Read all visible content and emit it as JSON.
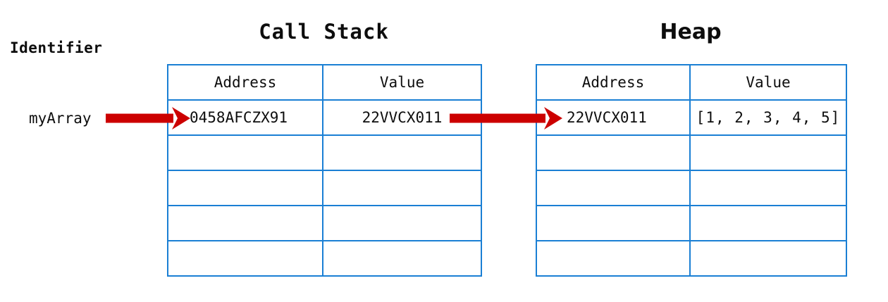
{
  "diagram": {
    "identifier_label": "Identifier",
    "variable_name": "myArray",
    "colors": {
      "table_border": "#1a7fd4",
      "arrow": "#cc0000",
      "text": "#0d0d0d",
      "background": "#ffffff"
    }
  },
  "call_stack": {
    "title": "Call Stack",
    "columns": [
      "Address",
      "Value"
    ],
    "rows": [
      {
        "address": "0458AFCZX91",
        "value": "22VVCX011"
      },
      {
        "address": "",
        "value": ""
      },
      {
        "address": "",
        "value": ""
      },
      {
        "address": "",
        "value": ""
      },
      {
        "address": "",
        "value": ""
      }
    ]
  },
  "heap": {
    "title": "Heap",
    "columns": [
      "Address",
      "Value"
    ],
    "rows": [
      {
        "address": "22VVCX011",
        "value": "[1, 2, 3, 4, 5]"
      },
      {
        "address": "",
        "value": ""
      },
      {
        "address": "",
        "value": ""
      },
      {
        "address": "",
        "value": ""
      },
      {
        "address": "",
        "value": ""
      }
    ]
  },
  "arrows": [
    {
      "name": "identifier-to-stack",
      "from": "myArray",
      "to": "0458AFCZX91"
    },
    {
      "name": "stack-value-to-heap-address",
      "from": "22VVCX011",
      "to": "22VVCX011"
    }
  ]
}
